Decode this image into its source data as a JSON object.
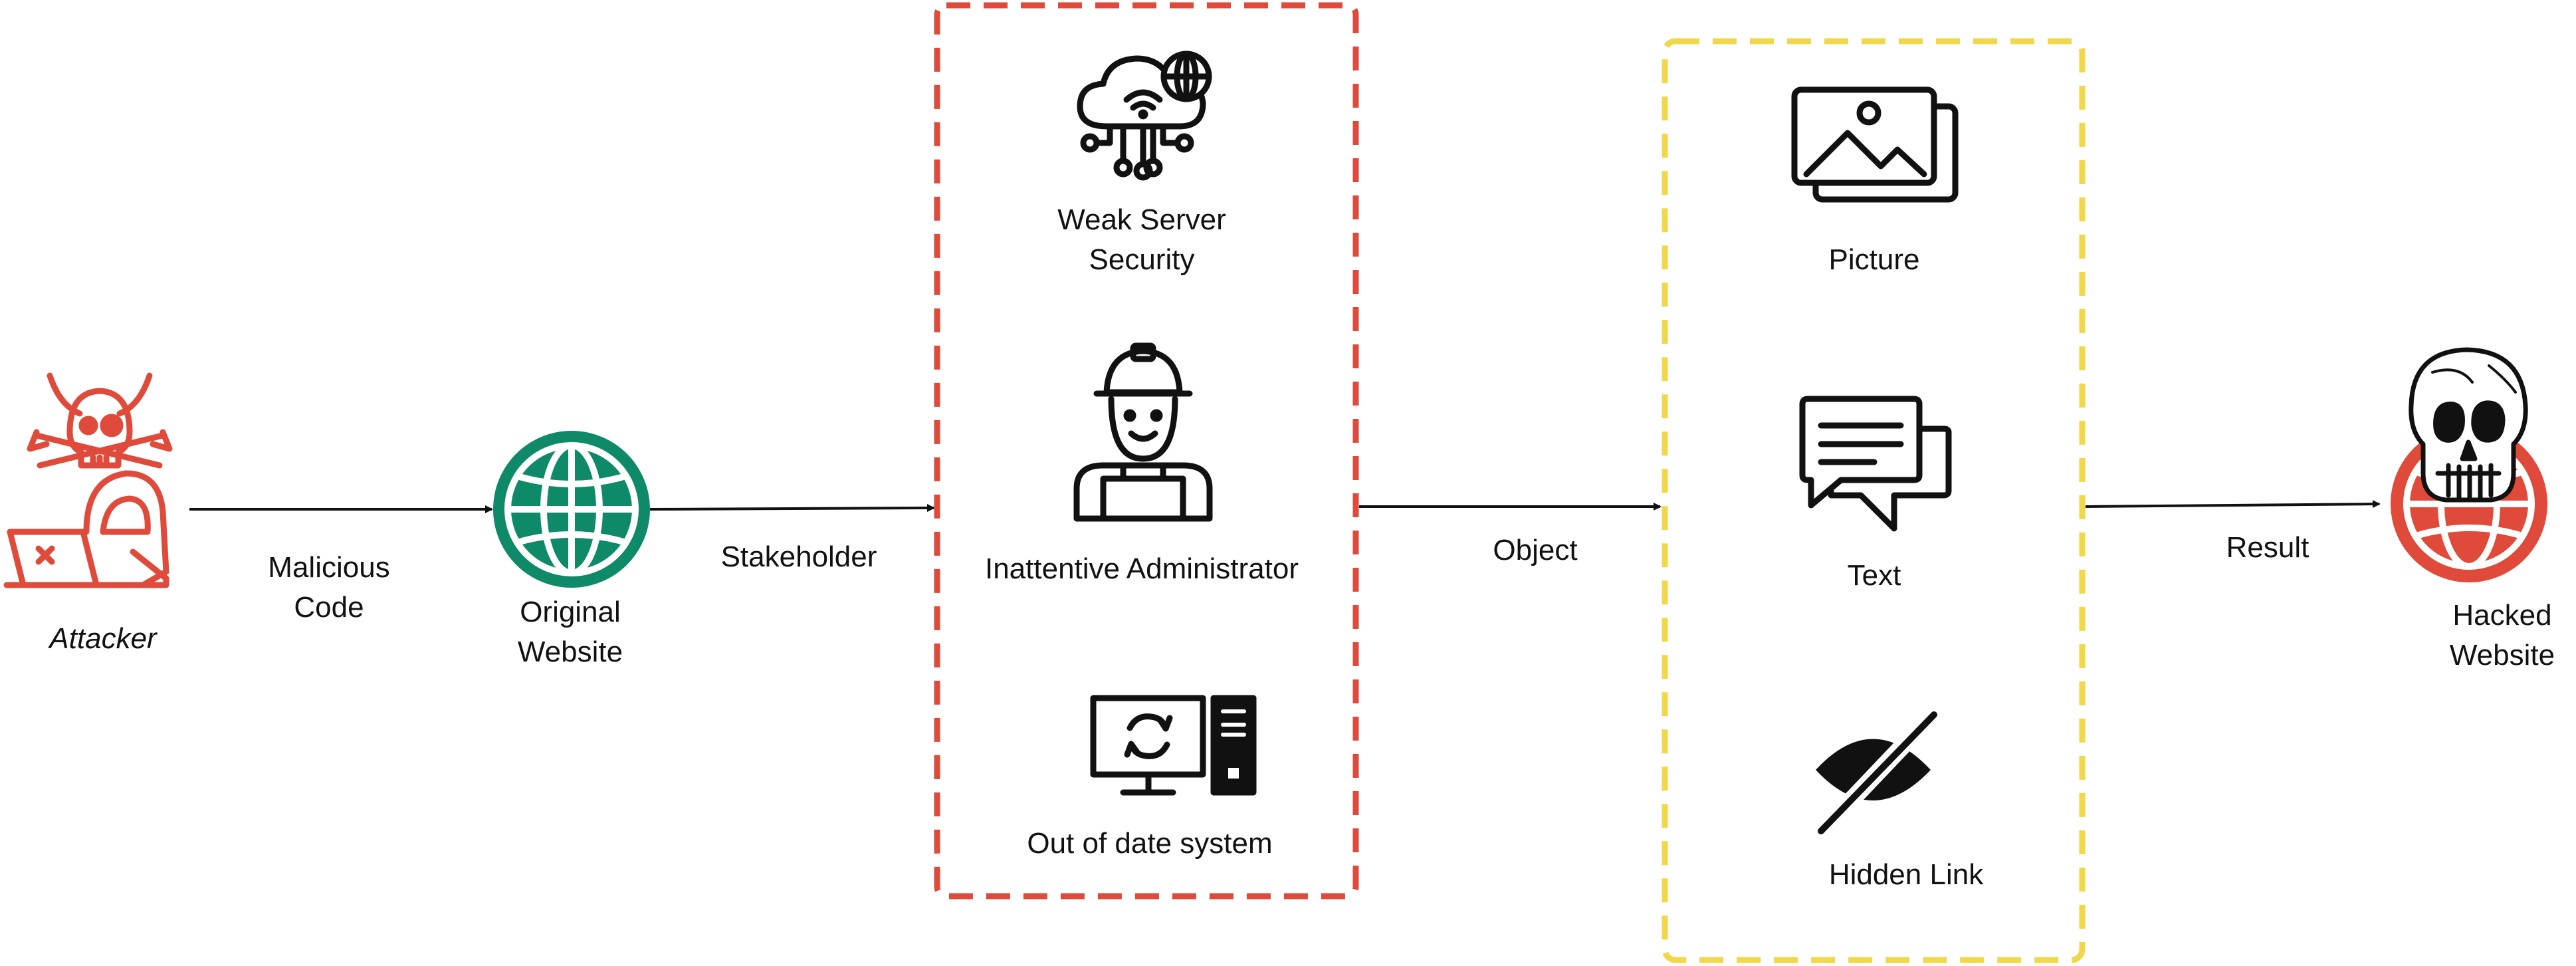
{
  "attacker": {
    "label": "Attacker"
  },
  "original_website": {
    "label_line1": "Original",
    "label_line2": "Website"
  },
  "hacked_website": {
    "label_line1": "Hacked",
    "label_line2": "Website"
  },
  "edges": {
    "malicious_code": {
      "line1": "Malicious",
      "line2": "Code"
    },
    "stakeholder": "Stakeholder",
    "object": "Object",
    "result": "Result"
  },
  "stakeholder_group": {
    "items": [
      {
        "line1": "Weak Server",
        "line2": "Security",
        "icon": "cloud-network-icon"
      },
      {
        "line1": "Inattentive Administrator",
        "icon": "worker-icon"
      },
      {
        "line1": "Out of date system",
        "icon": "computer-update-icon"
      }
    ]
  },
  "object_group": {
    "items": [
      {
        "line1": "Picture",
        "icon": "picture-icon"
      },
      {
        "line1": "Text",
        "icon": "chat-bubbles-icon"
      },
      {
        "line1": "Hidden Link",
        "icon": "hidden-eye-icon"
      }
    ]
  },
  "colors": {
    "attack_red": "#e04a3a",
    "globe_green": "#0e8a68",
    "object_yellow": "#f0d84a",
    "ink": "#111111"
  }
}
